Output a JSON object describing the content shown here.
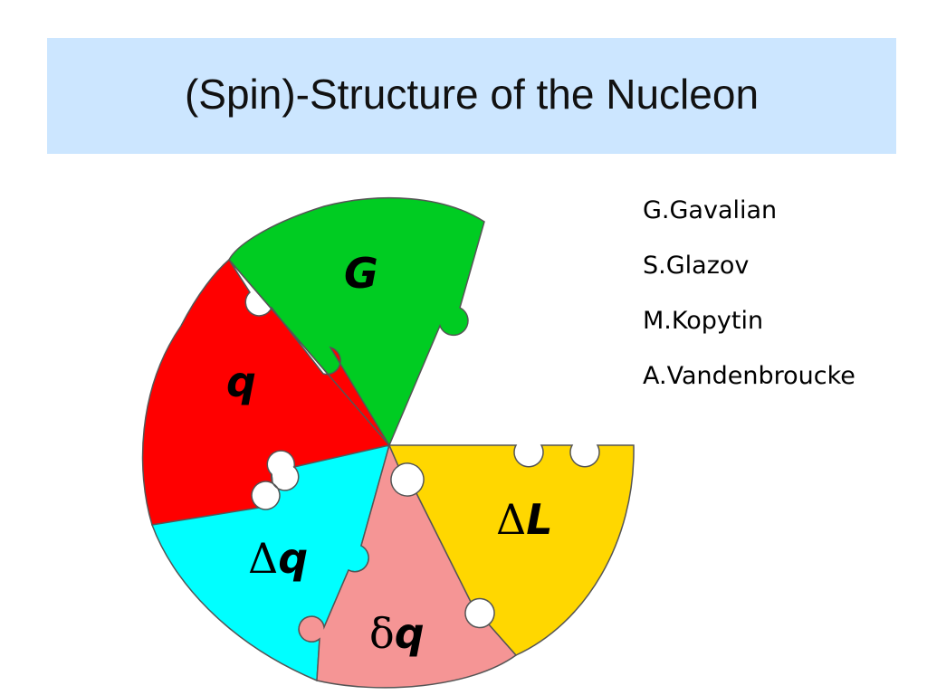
{
  "title": "(Spin)-Structure of the Nucleon",
  "authors": [
    "G.Gavalian",
    "S.Glazov",
    "M.Kopytin",
    "A.Vandenbroucke"
  ],
  "pieces": [
    {
      "id": "gluon",
      "delta": "",
      "letter": "G",
      "color": "#00cc22"
    },
    {
      "id": "quark",
      "delta": "",
      "letter": "q",
      "color": "#ff0000"
    },
    {
      "id": "helicity",
      "delta": "Δ",
      "letter": "q",
      "color": "#00ffff"
    },
    {
      "id": "transversity",
      "delta": "δ",
      "letter": "q",
      "color": "#f59595"
    },
    {
      "id": "orbital",
      "delta": "Δ",
      "letter": "L",
      "color": "#ffd700"
    }
  ]
}
